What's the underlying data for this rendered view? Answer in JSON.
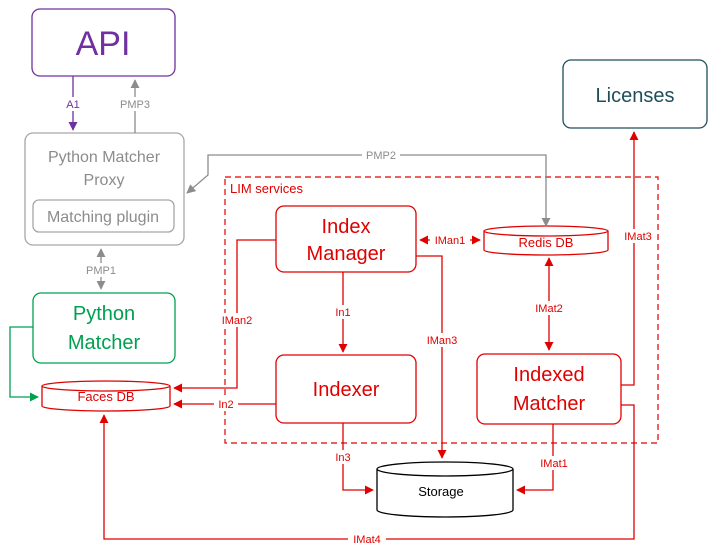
{
  "nodes": {
    "api": "API",
    "proxy_line1": "Python Matcher",
    "proxy_line2": "Proxy",
    "matching_plugin": "Matching plugin",
    "python_matcher_line1": "Python",
    "python_matcher_line2": "Matcher",
    "licenses": "Licenses",
    "lim_services": "LIM services",
    "index_manager_line1": "Index",
    "index_manager_line2": "Manager",
    "redis_db": "Redis DB",
    "faces_db": "Faces DB",
    "indexer": "Indexer",
    "indexed_matcher_line1": "Indexed",
    "indexed_matcher_line2": "Matcher",
    "storage": "Storage"
  },
  "edges": {
    "a1": "A1",
    "pmp3": "PMP3",
    "pmp2": "PMP2",
    "pmp1": "PMP1",
    "iman1": "IMan1",
    "iman2": "IMan2",
    "iman3": "IMan3",
    "in1": "In1",
    "in2": "In2",
    "in3": "In3",
    "imat1": "IMat1",
    "imat2": "IMat2",
    "imat3": "IMat3",
    "imat4": "IMat4"
  },
  "colors": {
    "purple": "#7030a0",
    "gray": "#8c8c8c",
    "green": "#00a050",
    "red": "#e00000",
    "teal": "#1f4e5a",
    "black": "#000000"
  }
}
